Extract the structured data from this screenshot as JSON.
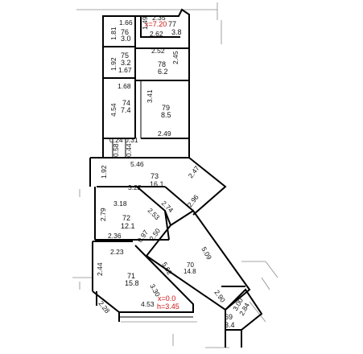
{
  "rooms": [
    {
      "id": "77",
      "area": "3.8"
    },
    {
      "id": "76",
      "area": "3.0"
    },
    {
      "id": "75",
      "area": "3.2"
    },
    {
      "id": "78",
      "area": "6.2"
    },
    {
      "id": "74",
      "area": "7.4"
    },
    {
      "id": "79",
      "area": "8.5"
    },
    {
      "id": "73",
      "area": "16.1"
    },
    {
      "id": "72",
      "area": "12.1"
    },
    {
      "id": "70",
      "area": "14.8"
    },
    {
      "id": "71",
      "area": "15.8"
    },
    {
      "id": "69",
      "area": "3.4"
    }
  ],
  "dims": {
    "d1": "1.66",
    "d2": "1.81",
    "d3": "2.35",
    "d4": "1.49",
    "d5": "2.62",
    "d6": "2.52",
    "d7": "1.92",
    "d8": "1.67",
    "d9": "2.45",
    "d10": "1.68",
    "d11": "4.54",
    "d12": "3.41",
    "d13": "2.49",
    "d14": "0.24",
    "d15": "0.31",
    "d16": "0.58",
    "d17": "0.44",
    "d18": "5.46",
    "d19": "1.92",
    "d20": "2.47",
    "d21": "3.22",
    "d22": "2.96",
    "d23": "3.18",
    "d24": "2.74",
    "d25": "2.79",
    "d26": "2.53",
    "d27": "2.36",
    "d28": "0.97",
    "d29": "2.50",
    "d30": "5.09",
    "d31": "2.23",
    "d32": "2.44",
    "d33": "5.62",
    "d34": "3.30",
    "d35": "2.28",
    "d36": "4.53",
    "d37": "2.90",
    "d38": "3.00",
    "d39": "2.84"
  },
  "annotations": {
    "top": "x=7.20",
    "bottom_x": "x=0.0",
    "bottom_h": "h=3.45"
  }
}
